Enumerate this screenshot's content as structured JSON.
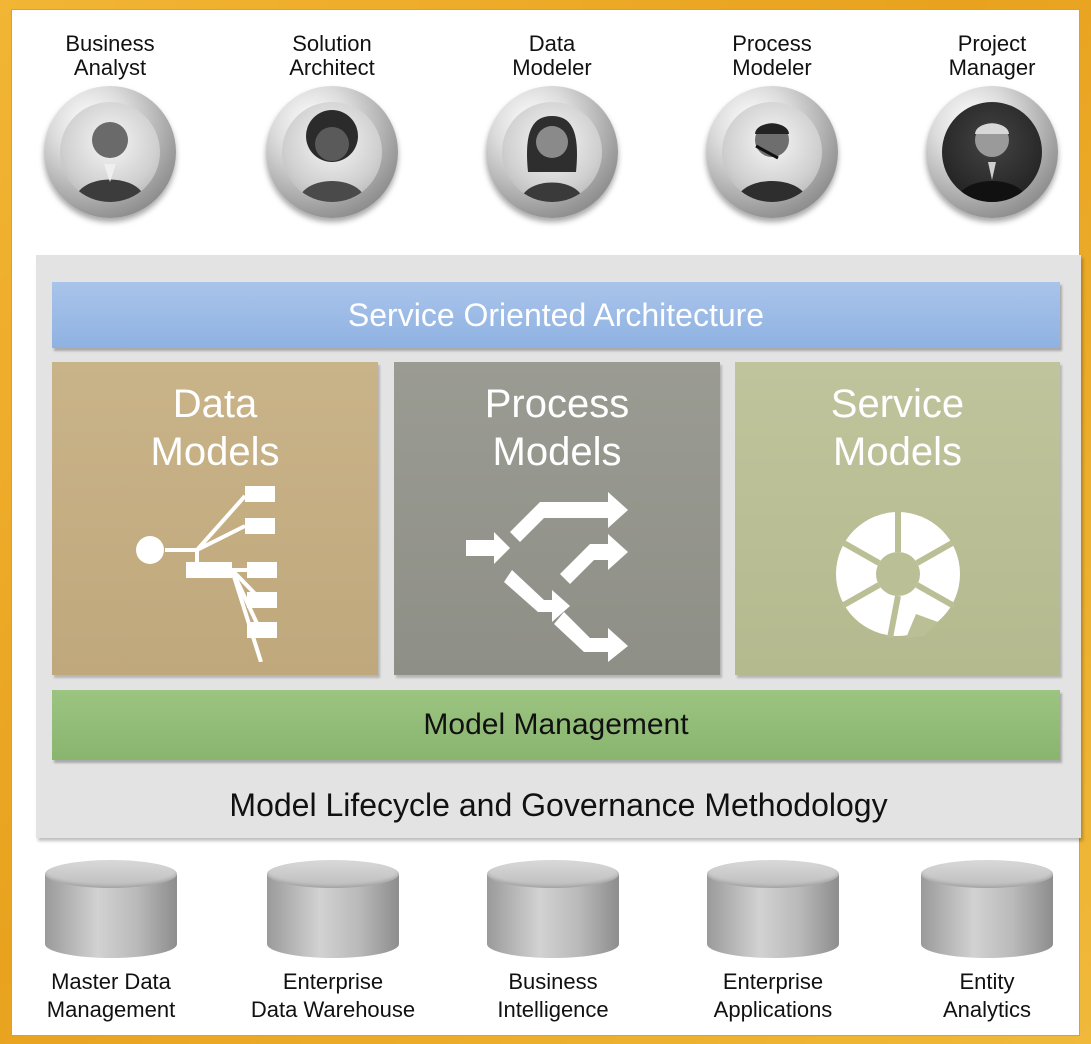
{
  "roles": [
    {
      "title": "Business\nAnalyst"
    },
    {
      "title": "Solution\nArchitect"
    },
    {
      "title": "Data\nModeler"
    },
    {
      "title": "Process\nModeler"
    },
    {
      "title": "Project\nManager"
    }
  ],
  "architecture": {
    "soa_label": "Service Oriented Architecture",
    "models": [
      {
        "title": "Data\nModels",
        "icon": "tree-hierarchy-icon"
      },
      {
        "title": "Process\nModels",
        "icon": "process-flow-arrows-icon"
      },
      {
        "title": "Service\nModels",
        "icon": "segmented-ring-icon"
      }
    ],
    "management_label": "Model Management",
    "governance_label": "Model Lifecycle and Governance Methodology"
  },
  "data_stores": [
    {
      "label": "Master Data\nManagement",
      "icon": "database-cylinder-icon"
    },
    {
      "label": "Enterprise\nData Warehouse",
      "icon": "database-cylinder-icon"
    },
    {
      "label": "Business\nIntelligence",
      "icon": "database-cylinder-icon"
    },
    {
      "label": "Enterprise\nApplications",
      "icon": "database-cylinder-icon"
    },
    {
      "label": "Entity\nAnalytics",
      "icon": "database-cylinder-icon"
    }
  ],
  "colors": {
    "background": "#f0b030",
    "soa": "#9bbbe6",
    "data_models": "#c5ae84",
    "process_models": "#95968d",
    "service_models": "#bbbf96",
    "model_management": "#92bd78"
  }
}
